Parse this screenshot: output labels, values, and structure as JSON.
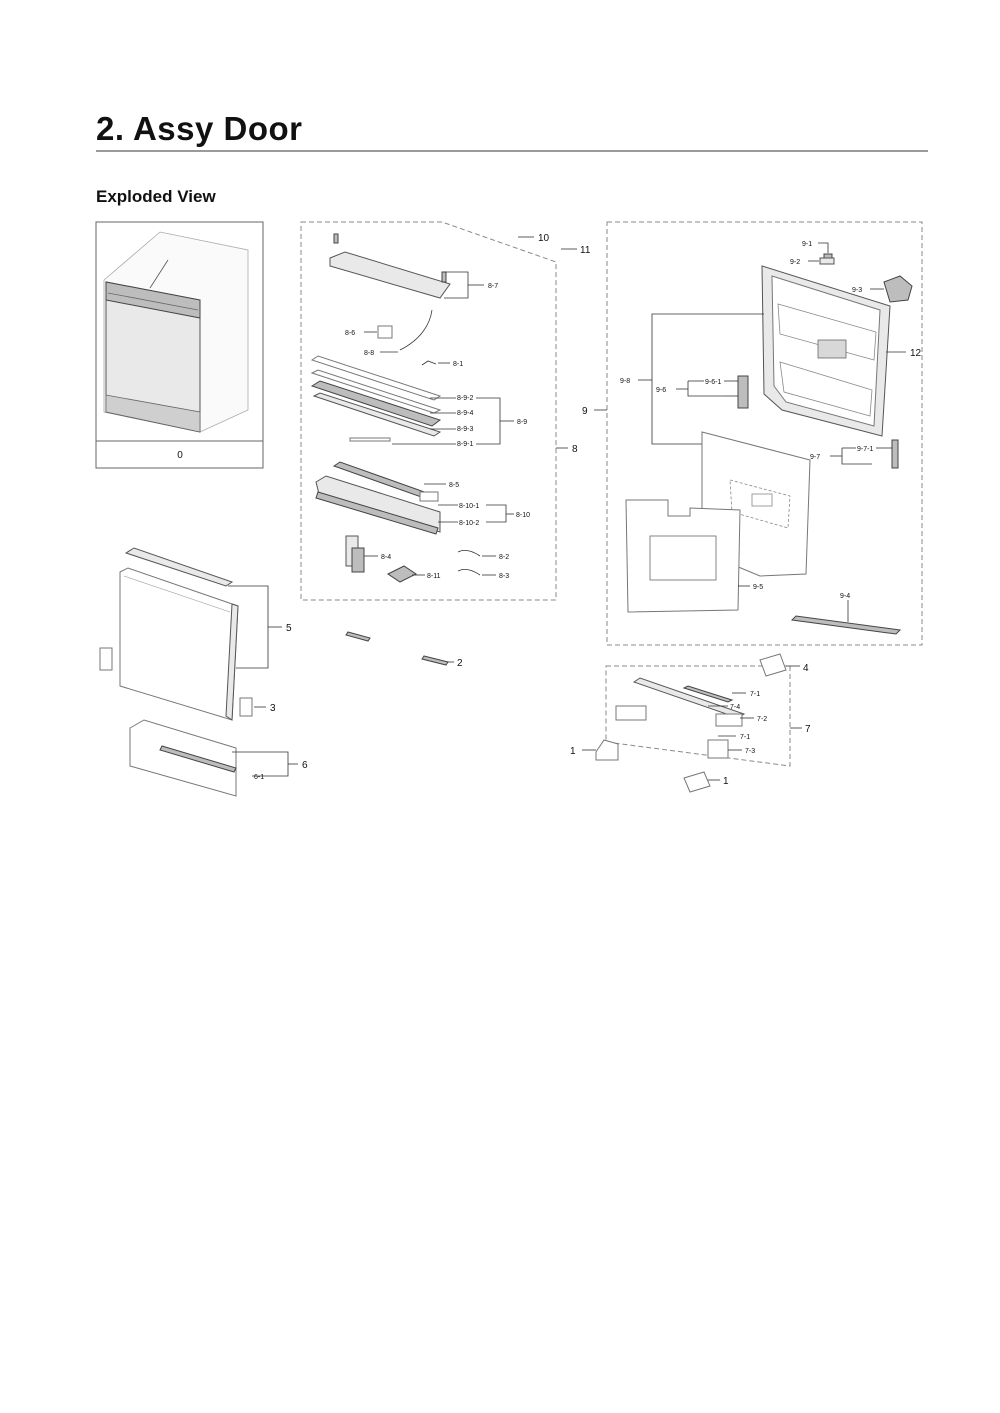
{
  "page": {
    "title": "2.  Assy Door",
    "section": "Exploded View"
  },
  "labels": {
    "p0": "0",
    "p10": "10",
    "p11": "11",
    "p8_7": "8-7",
    "p8_6": "8-6",
    "p8_8": "8-8",
    "p8_1": "8-1",
    "p8_9_2": "8-9-2",
    "p8_9_4": "8-9-4",
    "p8_9_3": "8-9-3",
    "p8_9_1": "8-9-1",
    "p8_9": "8-9",
    "p8": "8",
    "p8_5": "8-5",
    "p8_10_1": "8-10-1",
    "p8_10_2": "8-10-2",
    "p8_10": "8-10",
    "p8_4": "8-4",
    "p8_2": "8-2",
    "p8_11": "8-11",
    "p8_3": "8-3",
    "p9_1": "9-1",
    "p9_2": "9-2",
    "p9_3": "9-3",
    "p12": "12",
    "p9_8": "9-8",
    "p9_6_1": "9-6-1",
    "p9_6": "9-6",
    "p9": "9",
    "p9_7_1": "9-7-1",
    "p9_7": "9-7",
    "p9_5": "9-5",
    "p9_4": "9-4",
    "p5": "5",
    "p2": "2",
    "p3": "3",
    "p6": "6",
    "p6_1": "6-1",
    "p4": "4",
    "p7_1a": "7-1",
    "p7_4": "7-4",
    "p7_2": "7-2",
    "p7_1b": "7-1",
    "p7_3": "7-3",
    "p7": "7",
    "p1a": "1",
    "p1b": "1"
  }
}
